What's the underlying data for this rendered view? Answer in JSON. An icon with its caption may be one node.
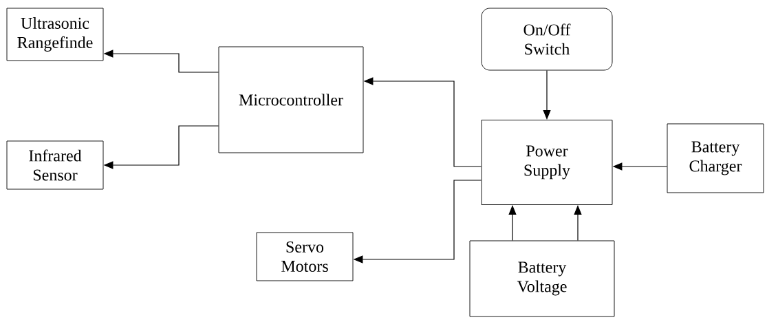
{
  "diagram": {
    "nodes": [
      {
        "text": [
          "Ultrasonic Rangefinde"
        ]
      },
      {
        "text": [
          "Microcontroller"
        ]
      },
      {
        "text": [
          "On/Off Switch"
        ]
      },
      {
        "text": [
          "Infrared Sensor"
        ]
      },
      {
        "text": [
          "Power Supply"
        ]
      },
      {
        "text": [
          "Battery Charger"
        ]
      },
      {
        "text": [
          "Servo Motors"
        ]
      },
      {
        "text": [
          "Battery Voltage"
        ]
      }
    ],
    "edges": [
      {
        "from": 1,
        "to": 0,
        "arrow": "to"
      },
      {
        "from": 1,
        "to": 3,
        "arrow": "to"
      },
      {
        "from": 4,
        "to": 1,
        "arrow": "to"
      },
      {
        "from": 4,
        "to": 6,
        "arrow": "to"
      },
      {
        "from": 2,
        "to": 4,
        "arrow": "to"
      },
      {
        "from": 5,
        "to": 4,
        "arrow": "to"
      },
      {
        "from": 7,
        "to": 4,
        "arrow": "to"
      },
      {
        "from": 7,
        "to": 4,
        "arrow": "to"
      }
    ]
  }
}
